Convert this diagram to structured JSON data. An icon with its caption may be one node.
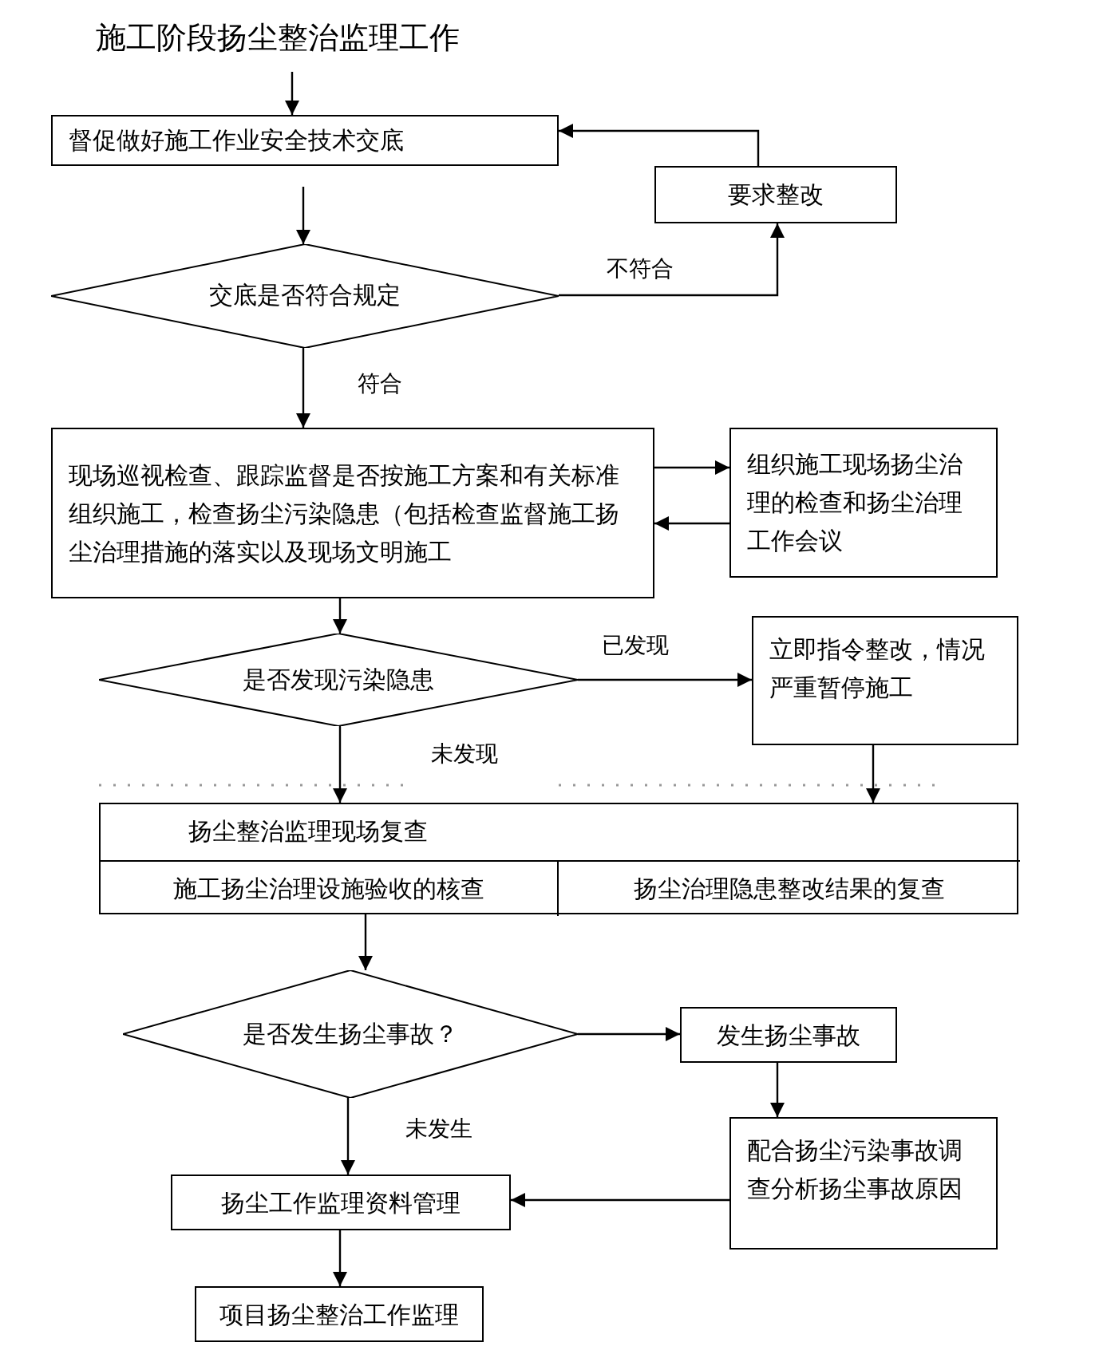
{
  "diagram": {
    "nodes": [
      {
        "text": [
          "施工阶段扬尘整治监理工作"
        ]
      },
      {
        "text": [
          "督促做好施工作业安全技术交底"
        ]
      },
      {
        "text": [
          "要求整改"
        ]
      },
      {
        "text": [
          "交底是否符合规定"
        ]
      },
      {
        "text": [
          "现场巡视检查、跟踪监督是否按施工方案和有关标准组织施工，检查扬尘污染隐患（包括检查监督施工扬尘治理措施的落实以及现场文明施工"
        ]
      },
      {
        "text": [
          "组织施工现场扬尘治理的检查和扬尘治理工作会议"
        ]
      },
      {
        "text": [
          "是否发现污染隐患"
        ]
      },
      {
        "text": [
          "立即指令整改，情况严重暂停施工"
        ]
      },
      {
        "text": [
          "扬尘整治监理现场复查"
        ]
      },
      {
        "text": [
          "施工扬尘治理设施验收的核查"
        ],
        "in": 8
      },
      {
        "text": [
          "扬尘治理隐患整改结果的复查"
        ],
        "in": 8
      },
      {
        "text": [
          "是否发生扬尘事故？"
        ]
      },
      {
        "text": [
          "发生扬尘事故"
        ]
      },
      {
        "text": [
          "配合扬尘污染事故调查分析扬尘事故原因"
        ]
      },
      {
        "text": [
          "扬尘工作监理资料管理"
        ]
      },
      {
        "text": [
          "项目扬尘整治工作监理"
        ]
      }
    ],
    "edges": [
      {
        "from": 0,
        "to": 1,
        "arrow": "to"
      },
      {
        "from": 1,
        "to": 3,
        "arrow": "to"
      },
      {
        "from": 3,
        "to": 2,
        "arrow": "to",
        "label": "不符合"
      },
      {
        "from": 2,
        "to": 1,
        "arrow": "to"
      },
      {
        "from": 3,
        "to": 4,
        "arrow": "to",
        "label": "符合"
      },
      {
        "from": 4,
        "to": 5,
        "arrow": "to"
      },
      {
        "from": 5,
        "to": 4,
        "arrow": "to"
      },
      {
        "from": 4,
        "to": 6,
        "arrow": "to"
      },
      {
        "from": 6,
        "to": 7,
        "arrow": "to",
        "label": "已发现"
      },
      {
        "from": 6,
        "to": 8,
        "arrow": "to",
        "label": "未发现"
      },
      {
        "from": 7,
        "to": 8,
        "arrow": "to"
      },
      {
        "from": 8,
        "to": 11,
        "arrow": "to"
      },
      {
        "from": 11,
        "to": 12,
        "arrow": "to"
      },
      {
        "from": 11,
        "to": 14,
        "arrow": "to",
        "label": "未发生"
      },
      {
        "from": 12,
        "to": 13,
        "arrow": "to"
      },
      {
        "from": 13,
        "to": 14,
        "arrow": "to"
      },
      {
        "from": 14,
        "to": 15,
        "arrow": "to"
      }
    ]
  }
}
